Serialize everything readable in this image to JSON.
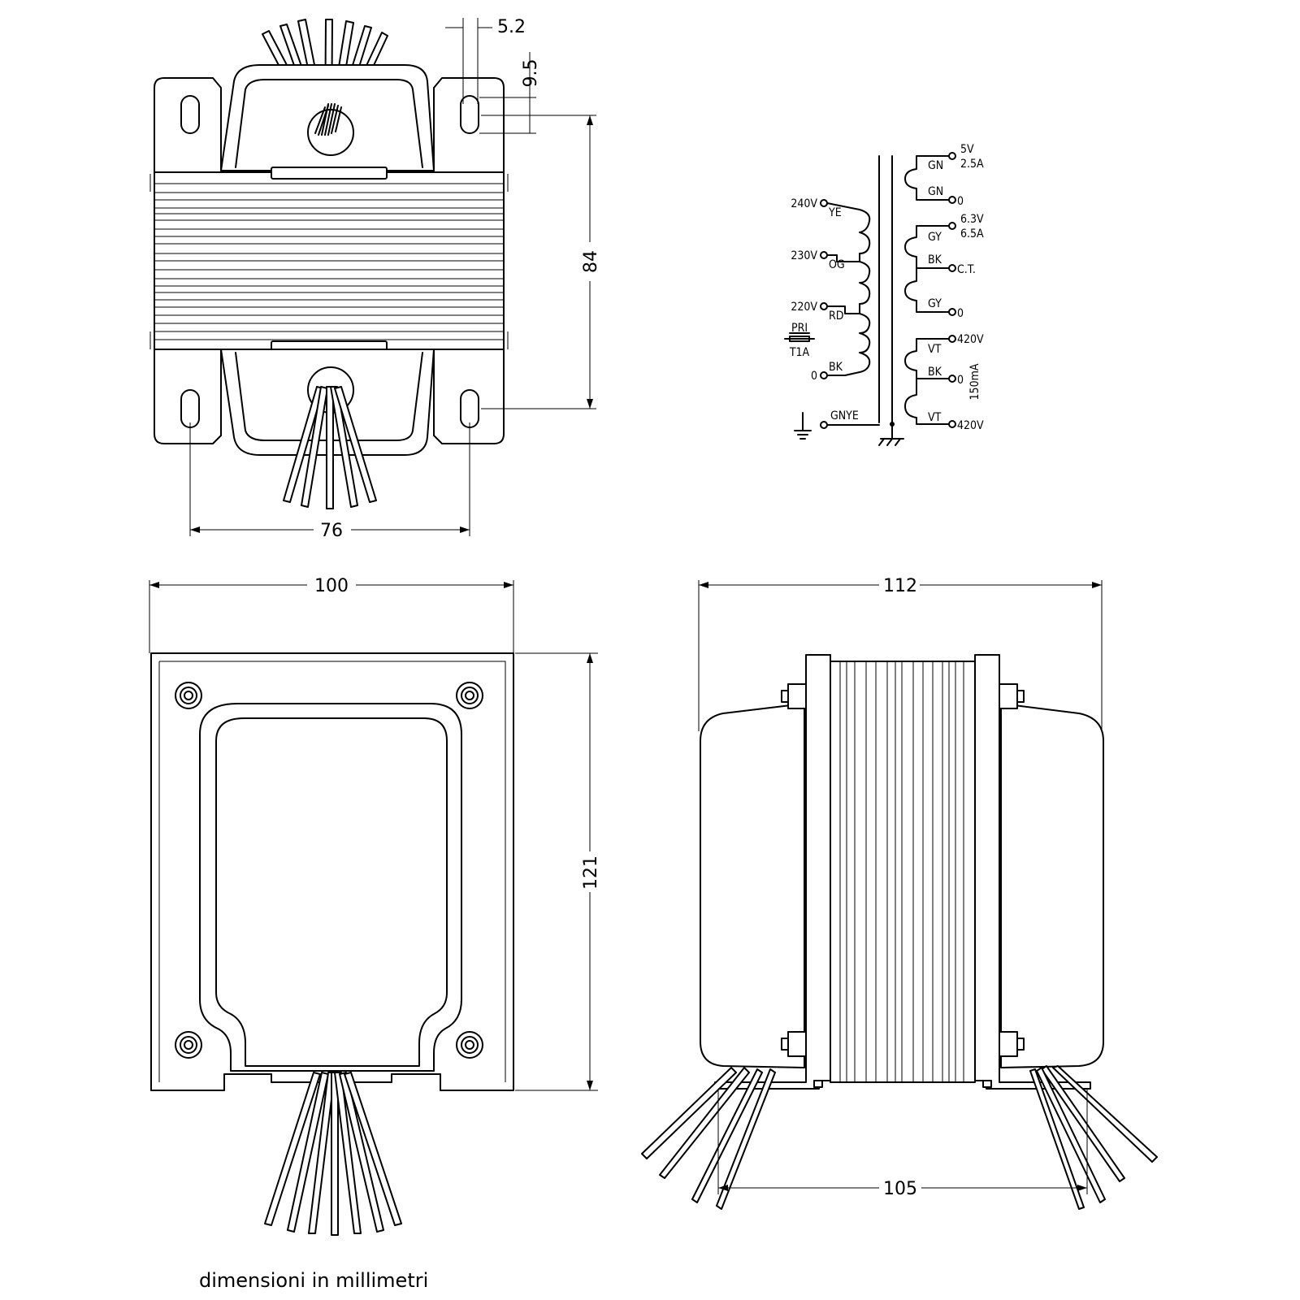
{
  "dimensions": {
    "slot_width": "5.2",
    "slot_length": "9.5",
    "height_84": "84",
    "mount_spacing_76": "76",
    "width_100": "100",
    "depth_112": "112",
    "height_121": "121",
    "mount_spacing_105": "105"
  },
  "schematic": {
    "primary": {
      "taps": [
        "240V",
        "230V",
        "220V",
        "0"
      ],
      "wire_colors": [
        "YE",
        "OG",
        "RD",
        "BK"
      ],
      "fuse_label": "PRI",
      "fuse_rating": "T1A",
      "ground_wire": "GNYE"
    },
    "sec_5v": {
      "voltage": "5V",
      "current": "2.5A",
      "wire_top": "GN",
      "wire_bottom": "GN",
      "end_label": "0"
    },
    "sec_6v3": {
      "voltage": "6.3V",
      "current": "6.5A",
      "wire_top": "GY",
      "wire_ct": "BK",
      "ct_label": "C.T.",
      "wire_bottom": "GY",
      "end_label": "0"
    },
    "sec_hv": {
      "top_label": "420V",
      "wire_top": "VT",
      "wire_ct": "BK",
      "ct_label": "0",
      "wire_bottom": "VT",
      "bottom_label": "420V",
      "current": "150mA"
    }
  },
  "caption": "dimensioni in millimetri"
}
